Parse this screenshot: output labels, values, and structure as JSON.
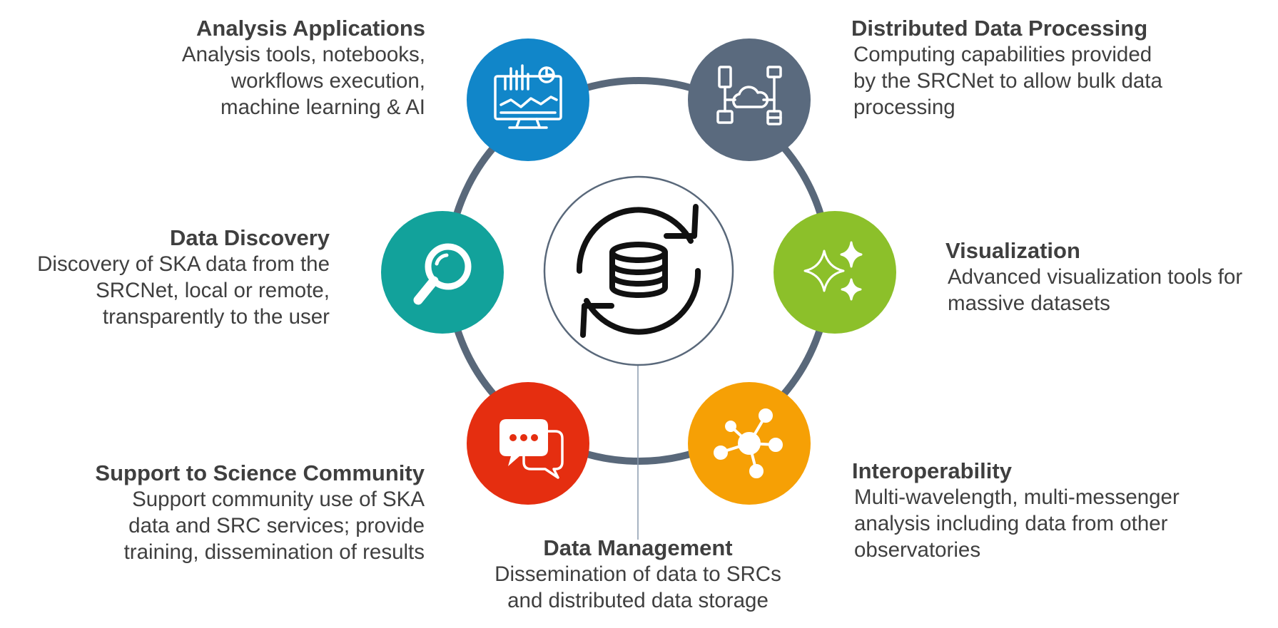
{
  "colors": {
    "ring": "#59687a",
    "analysis": "#1186c9",
    "distributed": "#5a6a7e",
    "discovery": "#12a29b",
    "visualization": "#8cc02a",
    "support": "#e52e10",
    "interoperability": "#f6a005",
    "text": "#3f3f3f"
  },
  "blocks": {
    "analysis": {
      "title": "Analysis Applications",
      "desc": "Analysis tools, notebooks,\nworkflows execution,\nmachine learning & AI",
      "icon": "monitor-chart-icon"
    },
    "distributed": {
      "title": "Distributed Data Processing",
      "desc": "Computing capabilities provided\nby the SRCNet to allow bulk data\nprocessing",
      "icon": "cloud-network-icon"
    },
    "discovery": {
      "title": "Data Discovery",
      "desc": "Discovery of SKA data from the\nSRCNet, local or remote,\ntransparently to the user",
      "icon": "magnifier-icon"
    },
    "visualization": {
      "title": "Visualization",
      "desc": "Advanced visualization tools for\nmassive datasets",
      "icon": "sparkles-icon"
    },
    "support": {
      "title": "Support to Science Community",
      "desc": "Support community use of SKA\ndata and SRC services; provide\ntraining, dissemination of results",
      "icon": "chat-bubbles-icon"
    },
    "interoperability": {
      "title": "Interoperability",
      "desc": "Multi-wavelength, multi-messenger\nanalysis including data from other\nobservatories",
      "icon": "hub-network-icon"
    },
    "management": {
      "title": "Data Management",
      "desc": "Dissemination of data to SRCs\nand distributed data storage",
      "icon": "database-sync-icon"
    }
  }
}
